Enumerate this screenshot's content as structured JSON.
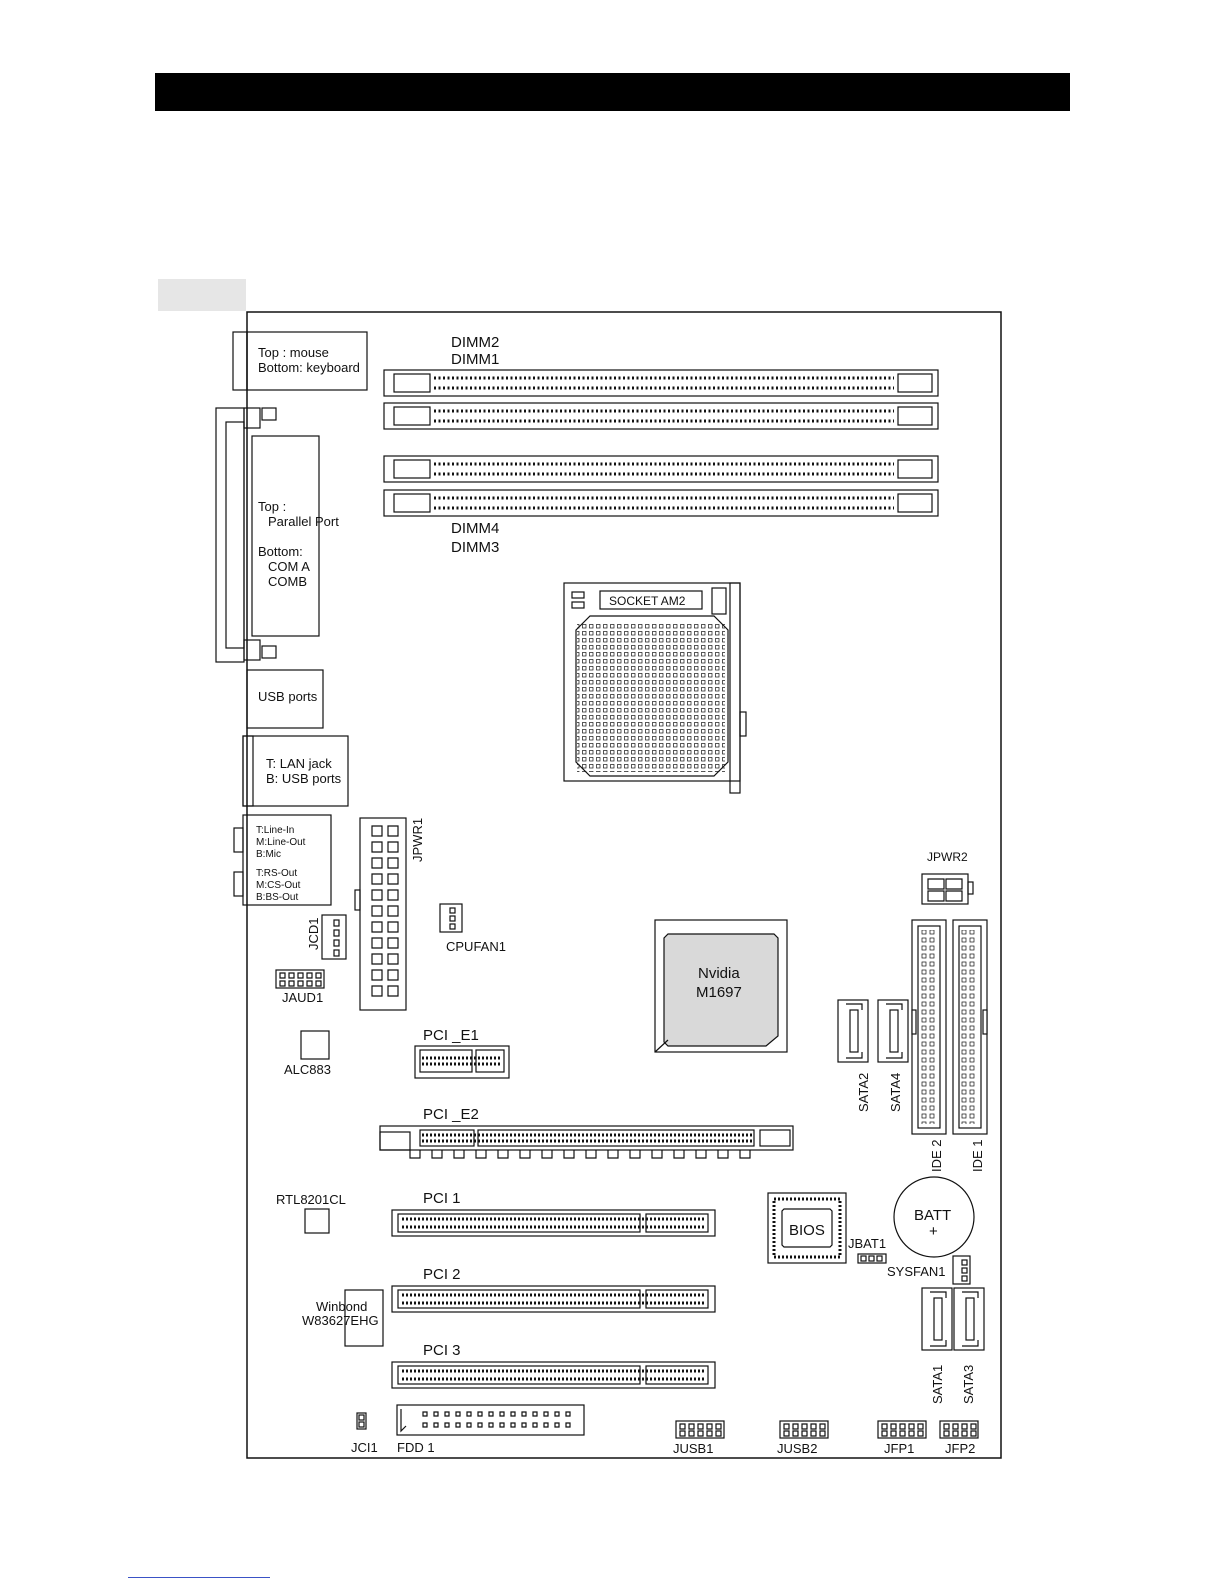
{
  "colors": {
    "header_bar": "#000000",
    "tab": "#e6e6e6",
    "chip_fill": "#d9d9d9",
    "line": "#111111",
    "footer_rule": "#3a52c6"
  },
  "diagram": {
    "io": {
      "ps2": [
        "Top : mouse",
        "Bottom: keyboard"
      ],
      "parallel": [
        "Top :",
        "Parallel Port",
        "Bottom:",
        "COM A",
        "COMB"
      ],
      "usb": "USB ports",
      "lan": [
        "T:  LAN jack",
        "B: USB ports"
      ],
      "audio_top": [
        "T:Line-In",
        "M:Line-Out",
        "B:Mic"
      ],
      "audio_bottom": [
        "T:RS-Out",
        "M:CS-Out",
        "B:BS-Out"
      ]
    },
    "dimm": {
      "top1": "DIMM2",
      "top2": "DIMM1",
      "bottom1": "DIMM4",
      "bottom2": "DIMM3"
    },
    "socket": "SOCKET AM2",
    "chipset": [
      "Nvidia",
      "M1697"
    ],
    "connectors": {
      "jpwr1": "JPWR1",
      "jpwr2": "JPWR2",
      "cpufan1": "CPUFAN1",
      "jcd1": "JCD1",
      "jaud1": "JAUD1",
      "alc883": "ALC883",
      "pci_e1": "PCI _E1",
      "pci_e2": "PCI _E2",
      "rtl8201cl": "RTL8201CL",
      "winbond": [
        "Winbond",
        "W83627EHG"
      ],
      "pci1": "PCI  1",
      "pci2": "PCI 2",
      "pci3": "PCI 3",
      "bios": "BIOS",
      "jbat1": "JBAT1",
      "batt": [
        "BATT",
        "+"
      ],
      "sysfan1": "SYSFAN1",
      "sata1": "SATA1",
      "sata2": "SATA2",
      "sata3": "SATA3",
      "sata4": "SATA4",
      "ide1": "IDE 1",
      "ide2": "IDE 2",
      "jci1": "JCI1",
      "fdd1": "FDD 1",
      "jusb1": "JUSB1",
      "jusb2": "JUSB2",
      "jfp1": "JFP1",
      "jfp2": "JFP2"
    }
  }
}
